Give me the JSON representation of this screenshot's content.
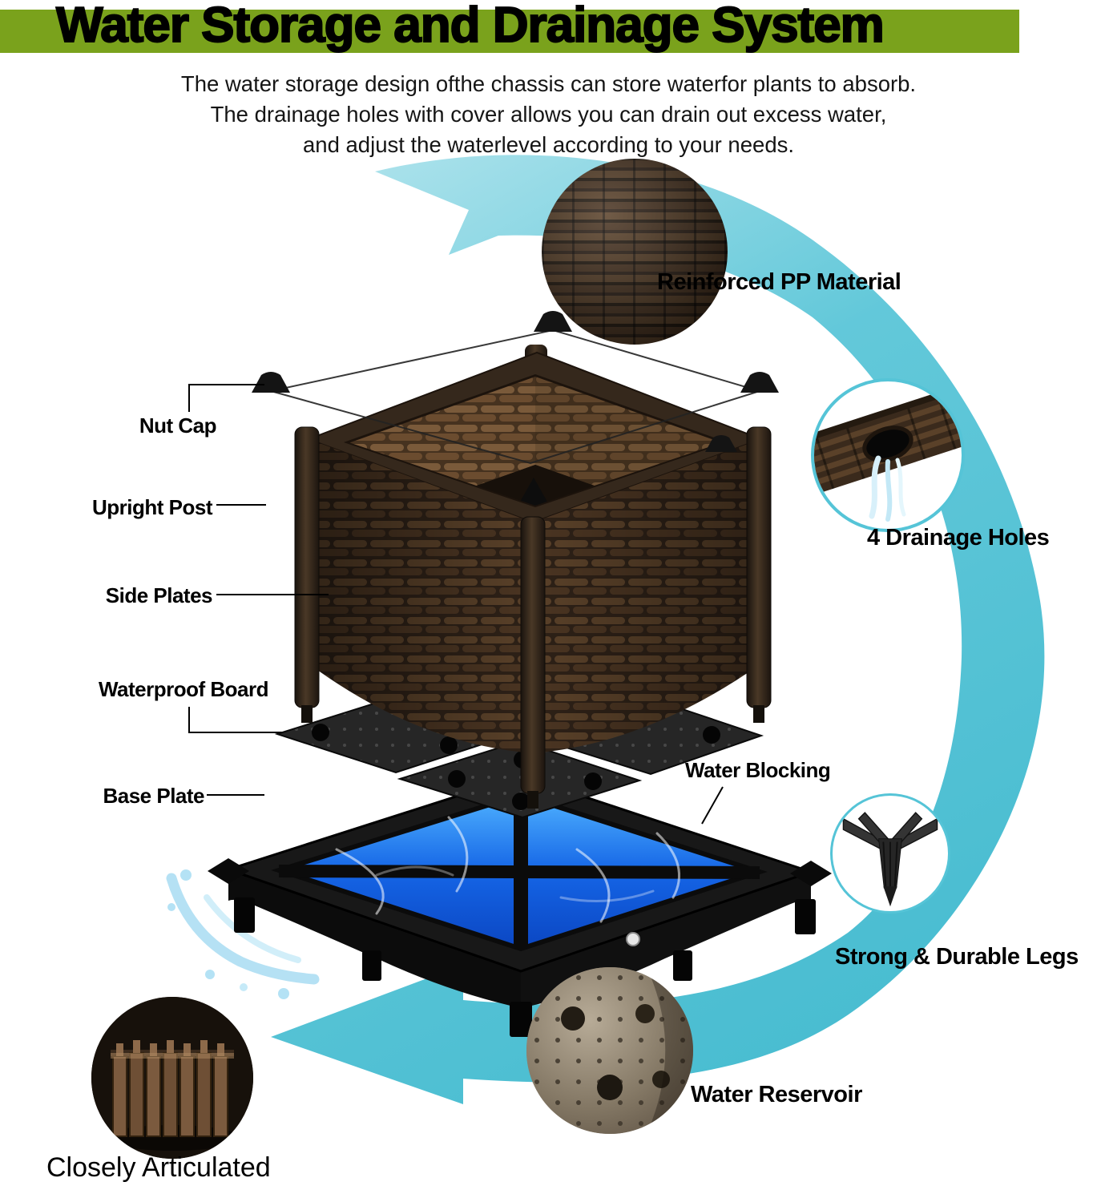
{
  "header": {
    "title": "Water Storage and Drainage System"
  },
  "description": {
    "line1": "The water storage design ofthe chassis can store waterfor plants to absorb.",
    "line2": "The drainage holes with cover allows you can drain out excess water,",
    "line3": "and adjust the waterlevel according to your needs."
  },
  "part_labels": {
    "nut_cap": "Nut Cap",
    "upright_post": "Upright Post",
    "side_plates": "Side Plates",
    "waterproof_board": "Waterproof Board",
    "base_plate": "Base Plate",
    "water_blocking": "Water Blocking"
  },
  "callouts": {
    "pp_material": "Reinforced PP Material",
    "drainage_holes": "4 Drainage Holes",
    "durable_legs": "Strong & Durable Legs",
    "water_reservoir": "Water Reservoir",
    "closely_articulated": "Closely Articulated"
  },
  "colors": {
    "title_bar_green": "#7aa21c",
    "flow_arrow_teal": "#4cc0d4",
    "water_blue": "#1565e6",
    "rattan_brown": "#3a2b1e"
  }
}
